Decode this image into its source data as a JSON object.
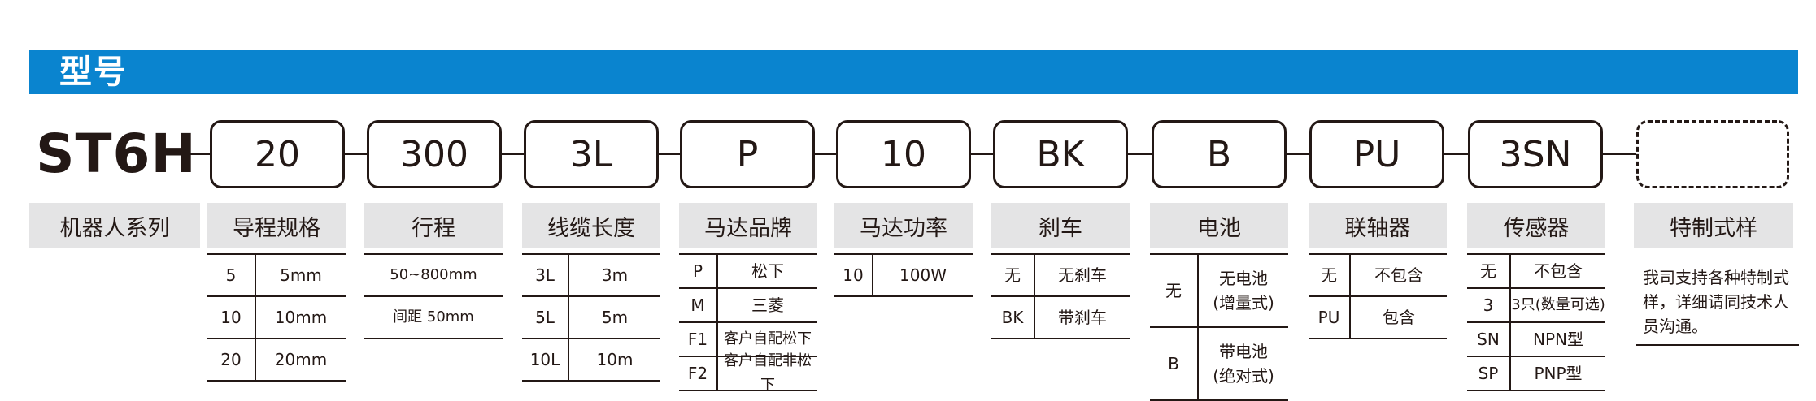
{
  "title": "型号",
  "series_code": "ST6H",
  "series_label": "机器人系列",
  "code_boxes": [
    "20",
    "300",
    "3L",
    "P",
    "10",
    "BK",
    "B",
    "PU",
    "3SN",
    ""
  ],
  "columns": [
    {
      "header": "导程规格",
      "rows": [
        {
          "code": "5",
          "desc": "5mm"
        },
        {
          "code": "10",
          "desc": "10mm"
        },
        {
          "code": "20",
          "desc": "20mm"
        }
      ]
    },
    {
      "header": "行程",
      "rows": [
        {
          "desc": "50~800mm"
        },
        {
          "desc": "间距 50mm"
        }
      ]
    },
    {
      "header": "线缆长度",
      "rows": [
        {
          "code": "3L",
          "desc": "3m"
        },
        {
          "code": "5L",
          "desc": "5m"
        },
        {
          "code": "10L",
          "desc": "10m"
        }
      ]
    },
    {
      "header": "马达品牌",
      "rows": [
        {
          "code": "P",
          "desc": "松下"
        },
        {
          "code": "M",
          "desc": "三菱"
        },
        {
          "code": "F1",
          "desc": "客户自配松下"
        },
        {
          "code": "F2",
          "desc": "客户自配非松下"
        }
      ]
    },
    {
      "header": "马达功率",
      "rows": [
        {
          "code": "10",
          "desc": "100W"
        }
      ]
    },
    {
      "header": "刹车",
      "rows": [
        {
          "code": "无",
          "desc": "无刹车"
        },
        {
          "code": "BK",
          "desc": "带刹车"
        }
      ]
    },
    {
      "header": "电池",
      "rows": [
        {
          "code": "无",
          "desc": "无电池",
          "desc2": "(增量式)"
        },
        {
          "code": "B",
          "desc": "带电池",
          "desc2": "(绝对式)"
        }
      ]
    },
    {
      "header": "联轴器",
      "rows": [
        {
          "code": "无",
          "desc": "不包含"
        },
        {
          "code": "PU",
          "desc": "包含"
        }
      ]
    },
    {
      "header": "传感器",
      "rows": [
        {
          "code": "无",
          "desc": "不包含"
        },
        {
          "code": "3",
          "desc": "3只(数量可选)"
        },
        {
          "code": "SN",
          "desc": "NPN型"
        },
        {
          "code": "SP",
          "desc": "PNP型"
        }
      ]
    },
    {
      "header": "特制式样",
      "note": "我司支持各种特制式样，详细请同技术人员沟通。"
    }
  ]
}
